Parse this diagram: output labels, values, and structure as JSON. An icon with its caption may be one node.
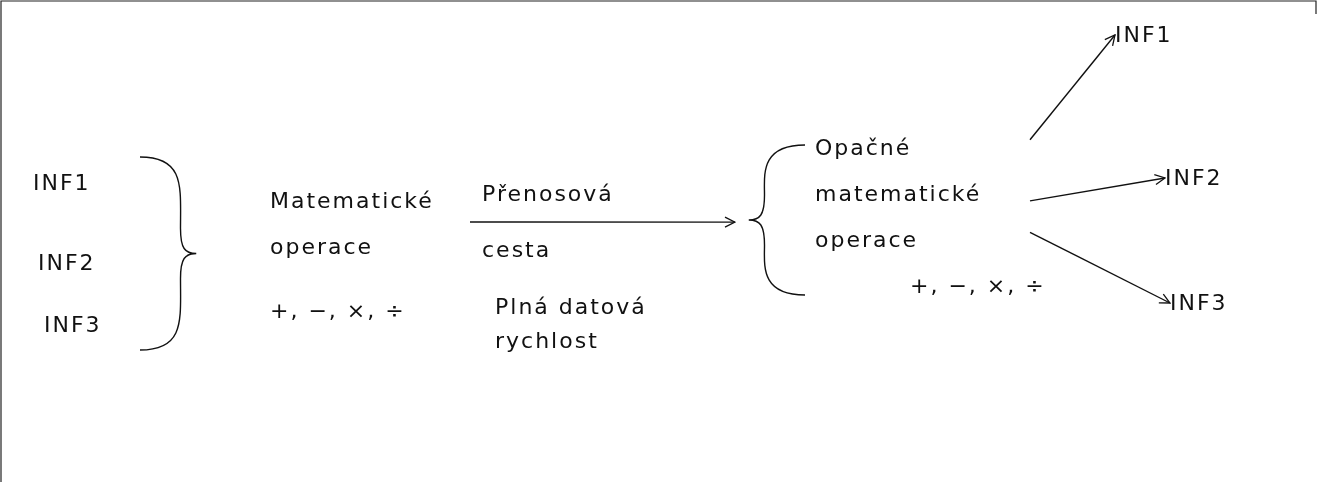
{
  "diagram": {
    "nodes": [
      {
        "text": [
          "INF1"
        ]
      },
      {
        "text": [
          "INF2"
        ]
      },
      {
        "text": [
          "INF3"
        ]
      },
      {
        "text": [
          "Matematické operace",
          "+, −, ×, ÷"
        ]
      },
      {
        "text": [
          "Opačné matematické operace",
          "+, −, ×, ÷"
        ]
      },
      {
        "text": [
          "INF1"
        ]
      },
      {
        "text": [
          "INF2"
        ]
      },
      {
        "text": [
          "INF3"
        ]
      }
    ],
    "edges": [
      {
        "from": 3,
        "to": 4,
        "arrow": "to",
        "label": "Přenosová cesta"
      },
      {
        "from": 4,
        "to": 5,
        "arrow": "to"
      },
      {
        "from": 4,
        "to": 6,
        "arrow": "to"
      },
      {
        "from": 4,
        "to": 7,
        "arrow": "to"
      }
    ],
    "labels": [
      "Plná datová rychlost"
    ]
  }
}
